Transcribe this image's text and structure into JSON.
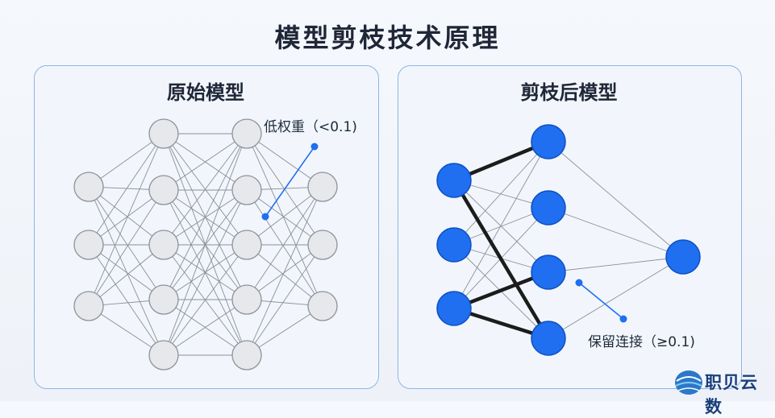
{
  "title": "模型剪枝技术原理",
  "left_panel": {
    "title": "原始模型",
    "annotation": "低权重（<0.1)"
  },
  "right_panel": {
    "title": "剪枝后模型",
    "annotation": "保留连接（≥0.1)"
  },
  "logo": {
    "text": "职贝云数"
  },
  "colors": {
    "node_gray": "#e6e8ec",
    "node_gray_stroke": "#8e939b",
    "node_blue": "#1f6ff0",
    "node_blue_stroke": "#0e4fc4",
    "accent_line": "#1f6ff0",
    "thin_edge": "#8a8f96",
    "thick_edge": "#1c1c1c"
  }
}
